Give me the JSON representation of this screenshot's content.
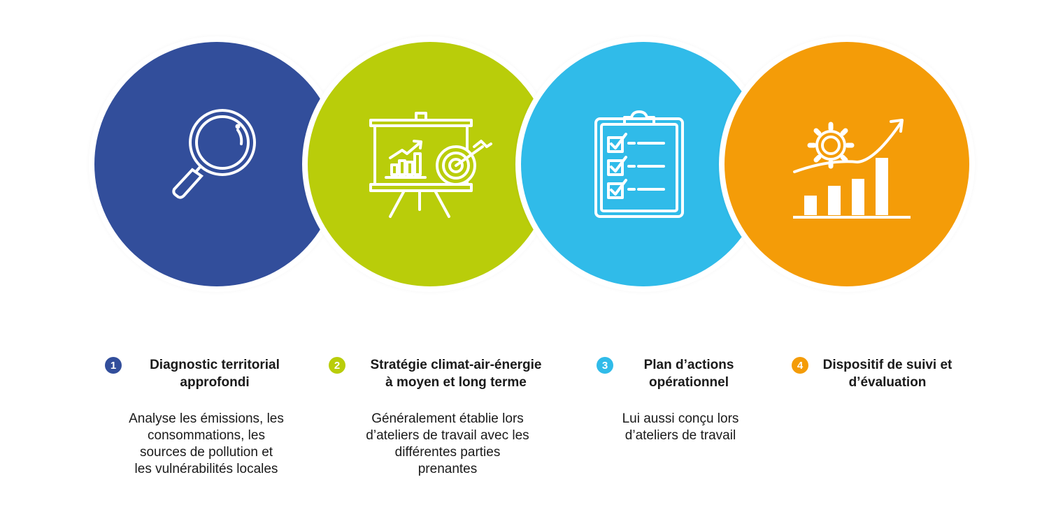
{
  "colors": {
    "blue": "#324e9b",
    "green": "#b9cd0a",
    "cyan": "#30bbe9",
    "orange": "#f49c08"
  },
  "steps": [
    {
      "number": "1",
      "icon": "magnifier-icon",
      "title": "Diagnostic territorial\napprofondi",
      "description": "Analyse les émissions, les\nconsommations, les\nsources de pollution et\nles vulnérabilités locales"
    },
    {
      "number": "2",
      "icon": "presentation-target-icon",
      "title": "Stratégie climat-air-énergie\nà moyen et long terme",
      "description": "Généralement établie lors\nd’ateliers de travail avec les\ndifférentes parties\nprenantes"
    },
    {
      "number": "3",
      "icon": "checklist-clipboard-icon",
      "title": "Plan d’actions\nopérationnel",
      "description": "Lui aussi conçu lors\nd’ateliers de travail"
    },
    {
      "number": "4",
      "icon": "gear-growth-chart-icon",
      "title": "Dispositif de suivi et\nd’évaluation",
      "description": ""
    }
  ]
}
